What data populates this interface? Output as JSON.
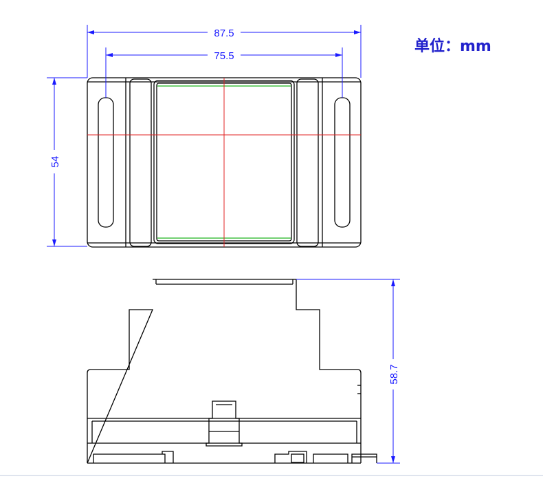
{
  "unit_label": "单位：mm",
  "dimensions": {
    "overall_width": "87.5",
    "slot_spacing": "75.5",
    "height": "54",
    "side_height": "58.7"
  },
  "colors": {
    "outline": "#000000",
    "dimension": "#1a1aff",
    "centerline": "#e02020",
    "window_edge": "#1db31d"
  }
}
